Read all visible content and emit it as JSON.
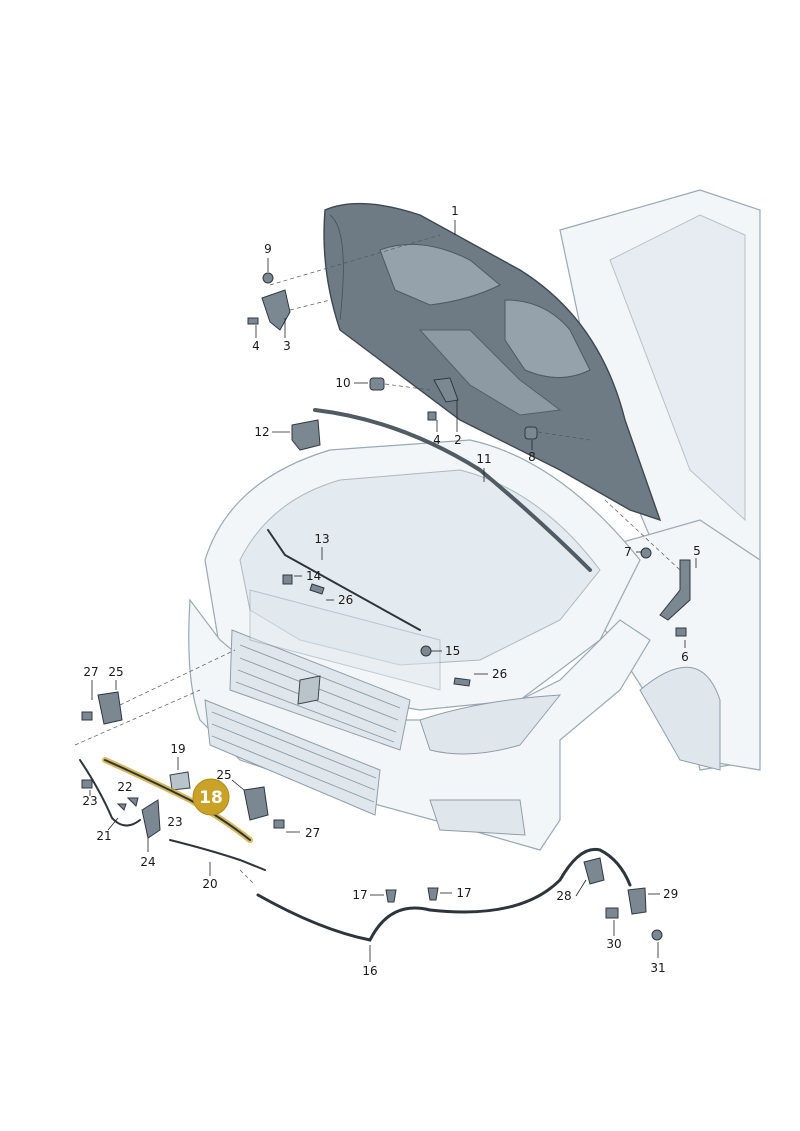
{
  "diagram": {
    "highlight": {
      "label": "18",
      "color": "#c9a227"
    },
    "parts": [
      {
        "id": "p1",
        "label": "1"
      },
      {
        "id": "p2",
        "label": "2"
      },
      {
        "id": "p3",
        "label": "3"
      },
      {
        "id": "p4a",
        "label": "4"
      },
      {
        "id": "p4b",
        "label": "4"
      },
      {
        "id": "p5",
        "label": "5"
      },
      {
        "id": "p6",
        "label": "6"
      },
      {
        "id": "p7",
        "label": "7"
      },
      {
        "id": "p8",
        "label": "8"
      },
      {
        "id": "p9",
        "label": "9"
      },
      {
        "id": "p10",
        "label": "10"
      },
      {
        "id": "p11",
        "label": "11"
      },
      {
        "id": "p12",
        "label": "12"
      },
      {
        "id": "p13",
        "label": "13"
      },
      {
        "id": "p14",
        "label": "14"
      },
      {
        "id": "p15",
        "label": "15"
      },
      {
        "id": "p16",
        "label": "16"
      },
      {
        "id": "p17",
        "label": "17"
      },
      {
        "id": "p17b",
        "label": "17"
      },
      {
        "id": "p19",
        "label": "19"
      },
      {
        "id": "p20",
        "label": "20"
      },
      {
        "id": "p21",
        "label": "21"
      },
      {
        "id": "p22",
        "label": "22"
      },
      {
        "id": "p23a",
        "label": "23"
      },
      {
        "id": "p23b",
        "label": "23"
      },
      {
        "id": "p24",
        "label": "24"
      },
      {
        "id": "p25a",
        "label": "25"
      },
      {
        "id": "p25b",
        "label": "25"
      },
      {
        "id": "p26a",
        "label": "26"
      },
      {
        "id": "p26b",
        "label": "26"
      },
      {
        "id": "p27a",
        "label": "27"
      },
      {
        "id": "p27b",
        "label": "27"
      },
      {
        "id": "p28",
        "label": "28"
      },
      {
        "id": "p29",
        "label": "29"
      },
      {
        "id": "p30",
        "label": "30"
      },
      {
        "id": "p31",
        "label": "31"
      }
    ]
  }
}
